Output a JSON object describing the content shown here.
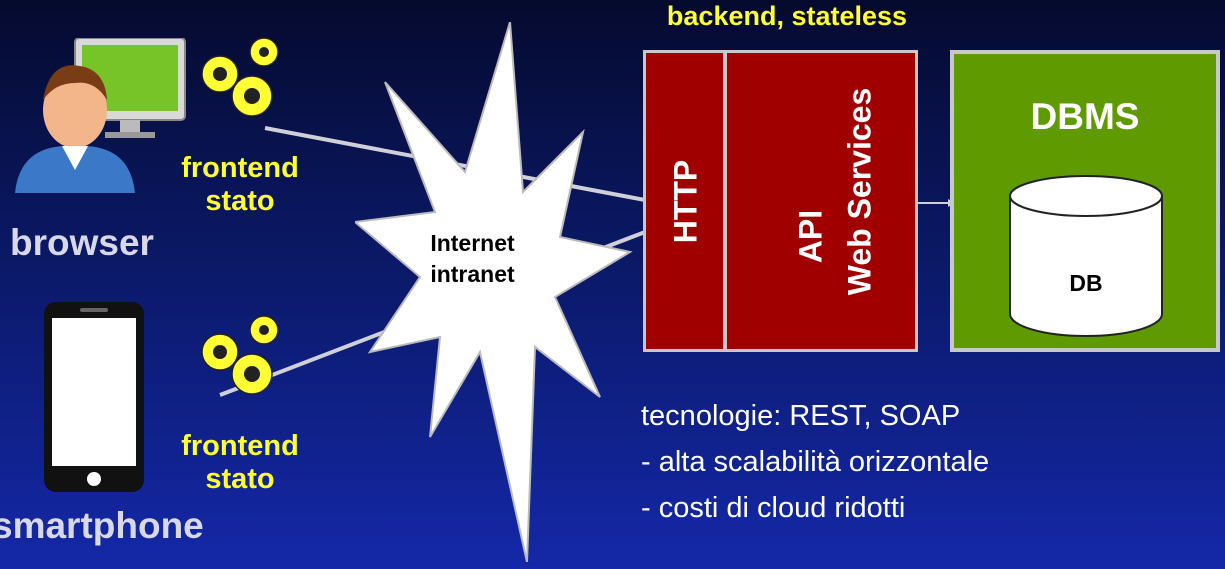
{
  "header_label": "backend, stateless",
  "browser_label": "browser",
  "smartphone_label": "smartphone",
  "frontend_top": {
    "line1": "frontend",
    "line2": "stato"
  },
  "frontend_bottom": {
    "line1": "frontend",
    "line2": "stato"
  },
  "cloud": {
    "line1": "Internet",
    "line2": "intranet"
  },
  "http_label": "HTTP",
  "api_label": "API",
  "ws_label": "Web Services",
  "dbms_label": "DBMS",
  "db_label": "DB",
  "tech": {
    "line1": "tecnologie: REST, SOAP",
    "line2": "- alta scalabilità orizzontale",
    "line3": "- costi di cloud ridotti"
  },
  "colors": {
    "yellow": "#ffff33",
    "red": "#a00000",
    "green": "#5f9a00"
  }
}
